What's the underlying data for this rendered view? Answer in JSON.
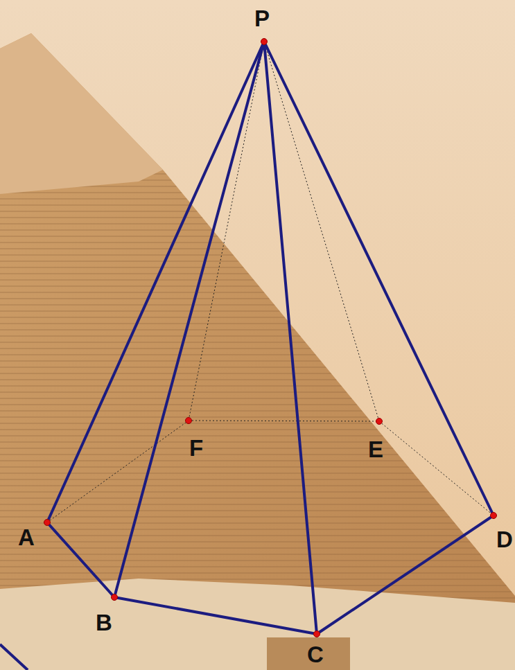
{
  "diagram": {
    "labels": [
      "P",
      "A",
      "B",
      "C",
      "D",
      "E",
      "F"
    ]
  }
}
